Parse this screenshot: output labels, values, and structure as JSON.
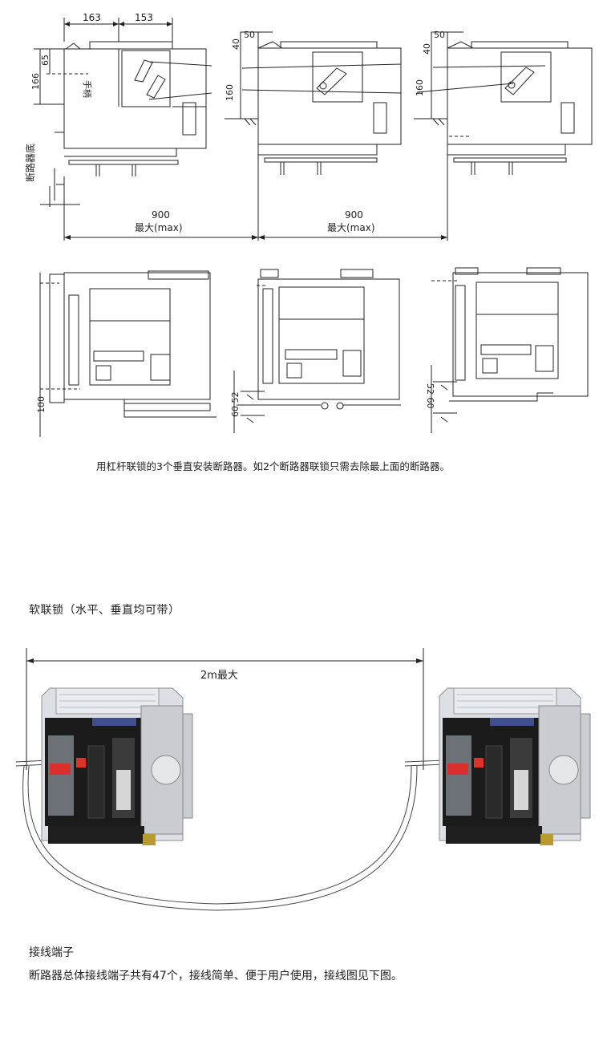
{
  "drawing": {
    "dim_163": "163",
    "dim_153": "153",
    "dim_50_a": "50",
    "dim_50_b": "50",
    "dim_40_a": "40",
    "dim_40_b": "40",
    "dim_65": "65",
    "dim_166": "166",
    "dim_160_a": "160",
    "dim_160_b": "160",
    "label_top": "手柄",
    "label_bottom": "断路器底",
    "span_left_value": "900",
    "span_left_label": "最大(max)",
    "span_right_value": "900",
    "span_right_label": "最大(max)",
    "dim_100": "100",
    "dim_60_52": "60 52",
    "dim_52_60": "52 60"
  },
  "caption_vertical": "用杠杆联锁的3个垂直安装断路器。如2个断路器联锁只需去除最上面的断路器。",
  "soft_interlock": {
    "heading": "软联锁（水平、垂直均可带）",
    "span_label": "2m最大"
  },
  "terminals": {
    "heading": "接线端子",
    "description": "断路器总体接线端子共有47个，接线简单、便于用户使用，接线图见下图。"
  }
}
